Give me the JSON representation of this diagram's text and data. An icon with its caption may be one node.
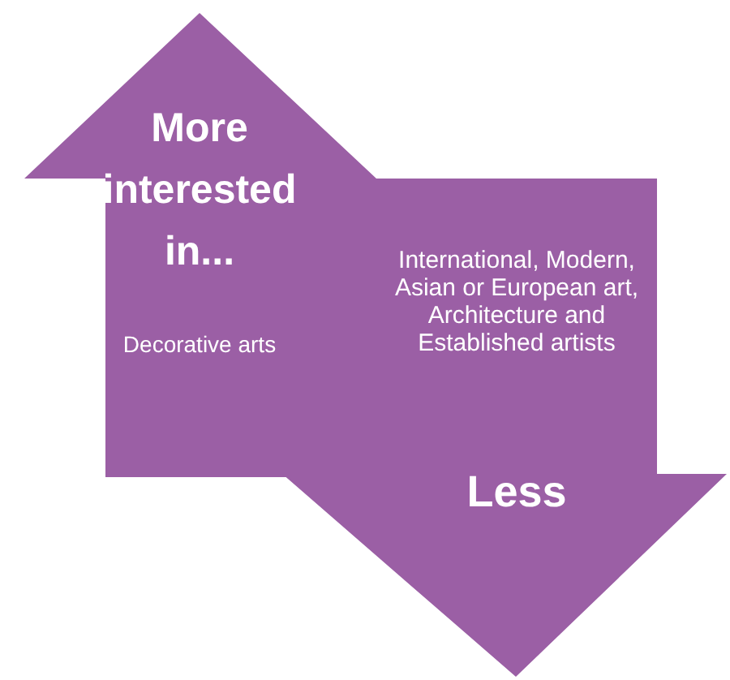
{
  "diagram": {
    "nodes": [
      {
        "text": [
          "More interested in...",
          "Decorative arts"
        ]
      },
      {
        "text": [
          "International, Modern, Asian or European art, Architecture and Established artists",
          "Less"
        ]
      }
    ]
  }
}
